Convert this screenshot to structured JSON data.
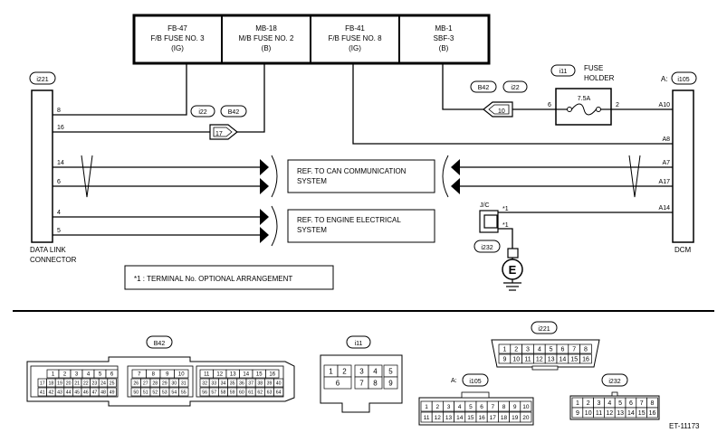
{
  "fuse_block": [
    {
      "id": "FB-47",
      "name": "F/B FUSE NO. 3",
      "type": "(IG)"
    },
    {
      "id": "MB-18",
      "name": "M/B FUSE NO. 2",
      "type": "(B)"
    },
    {
      "id": "FB-41",
      "name": "F/B FUSE NO. 8",
      "type": "(IG)"
    },
    {
      "id": "MB-1",
      "name": "SBF-3",
      "type": "(B)"
    }
  ],
  "connectors": {
    "dlc_id": "i221",
    "dlc_label_line1": "DATA LINK",
    "dlc_label_line2": "CONNECTOR",
    "dcm_id_prefix": "A:",
    "dcm_id": "i105",
    "dcm_label": "DCM",
    "fuse_holder_id": "i11",
    "fuse_holder_label_line1": "FUSE",
    "fuse_holder_label_line2": "HOLDER",
    "fuse_rating": "7.5A",
    "jc_label": "J/C",
    "jc_id": "i232",
    "b42": "B42",
    "i22": "i22"
  },
  "pins": {
    "dlc": [
      "8",
      "16",
      "14",
      "6",
      "4",
      "5"
    ],
    "dcm": [
      "A10",
      "A8",
      "A7",
      "A17",
      "A14"
    ],
    "fuse_in": "6",
    "fuse_out": "2",
    "conn_17": "17",
    "conn_10": "10",
    "jc_star1": "*1",
    "jc_star2": "*1"
  },
  "refs": {
    "can_line1": "REF. TO CAN COMMUNICATION",
    "can_line2": "SYSTEM",
    "eng_line1": "REF. TO ENGINE ELECTRICAL",
    "eng_line2": "SYSTEM"
  },
  "note": "*1 : TERMINAL No. OPTIONAL ARRANGEMENT",
  "ground_symbol": "E",
  "connector_views": {
    "b42": {
      "label": "B42",
      "row1": [
        "1",
        "2",
        "3",
        "4",
        "5",
        "6",
        "7",
        "8",
        "9",
        "10",
        "11",
        "12",
        "13",
        "14",
        "15",
        "16"
      ],
      "row2": [
        "17",
        "18",
        "19",
        "20",
        "21",
        "22",
        "23",
        "24",
        "25",
        "26",
        "27",
        "28",
        "29",
        "30",
        "31",
        "32",
        "33",
        "34",
        "35",
        "36",
        "37",
        "38",
        "39",
        "40"
      ],
      "row3": [
        "41",
        "42",
        "43",
        "44",
        "45",
        "46",
        "47",
        "48",
        "49",
        "50",
        "51",
        "52",
        "53",
        "54",
        "55",
        "56",
        "57",
        "58",
        "59",
        "60",
        "61",
        "62",
        "63",
        "64"
      ]
    },
    "i11": {
      "label": "i11",
      "row1": [
        "1",
        "2",
        "3",
        "4",
        "5"
      ],
      "row2": [
        "6",
        "7",
        "8",
        "9"
      ]
    },
    "i221": {
      "label": "i221",
      "row1": [
        "1",
        "2",
        "3",
        "4",
        "5",
        "6",
        "7",
        "8"
      ],
      "row2": [
        "9",
        "10",
        "11",
        "12",
        "13",
        "14",
        "15",
        "16"
      ]
    },
    "i105": {
      "prefix": "A:",
      "label": "i105",
      "row1": [
        "1",
        "2",
        "3",
        "4",
        "5",
        "6",
        "7",
        "8",
        "9",
        "10"
      ],
      "row2": [
        "11",
        "12",
        "13",
        "14",
        "15",
        "16",
        "17",
        "18",
        "19",
        "20"
      ]
    },
    "i232": {
      "label": "i232",
      "row1": [
        "1",
        "2",
        "3",
        "4",
        "5",
        "6",
        "7",
        "8"
      ],
      "row2": [
        "9",
        "10",
        "11",
        "12",
        "13",
        "14",
        "15",
        "16"
      ]
    }
  },
  "figure_code": "ET-11173"
}
